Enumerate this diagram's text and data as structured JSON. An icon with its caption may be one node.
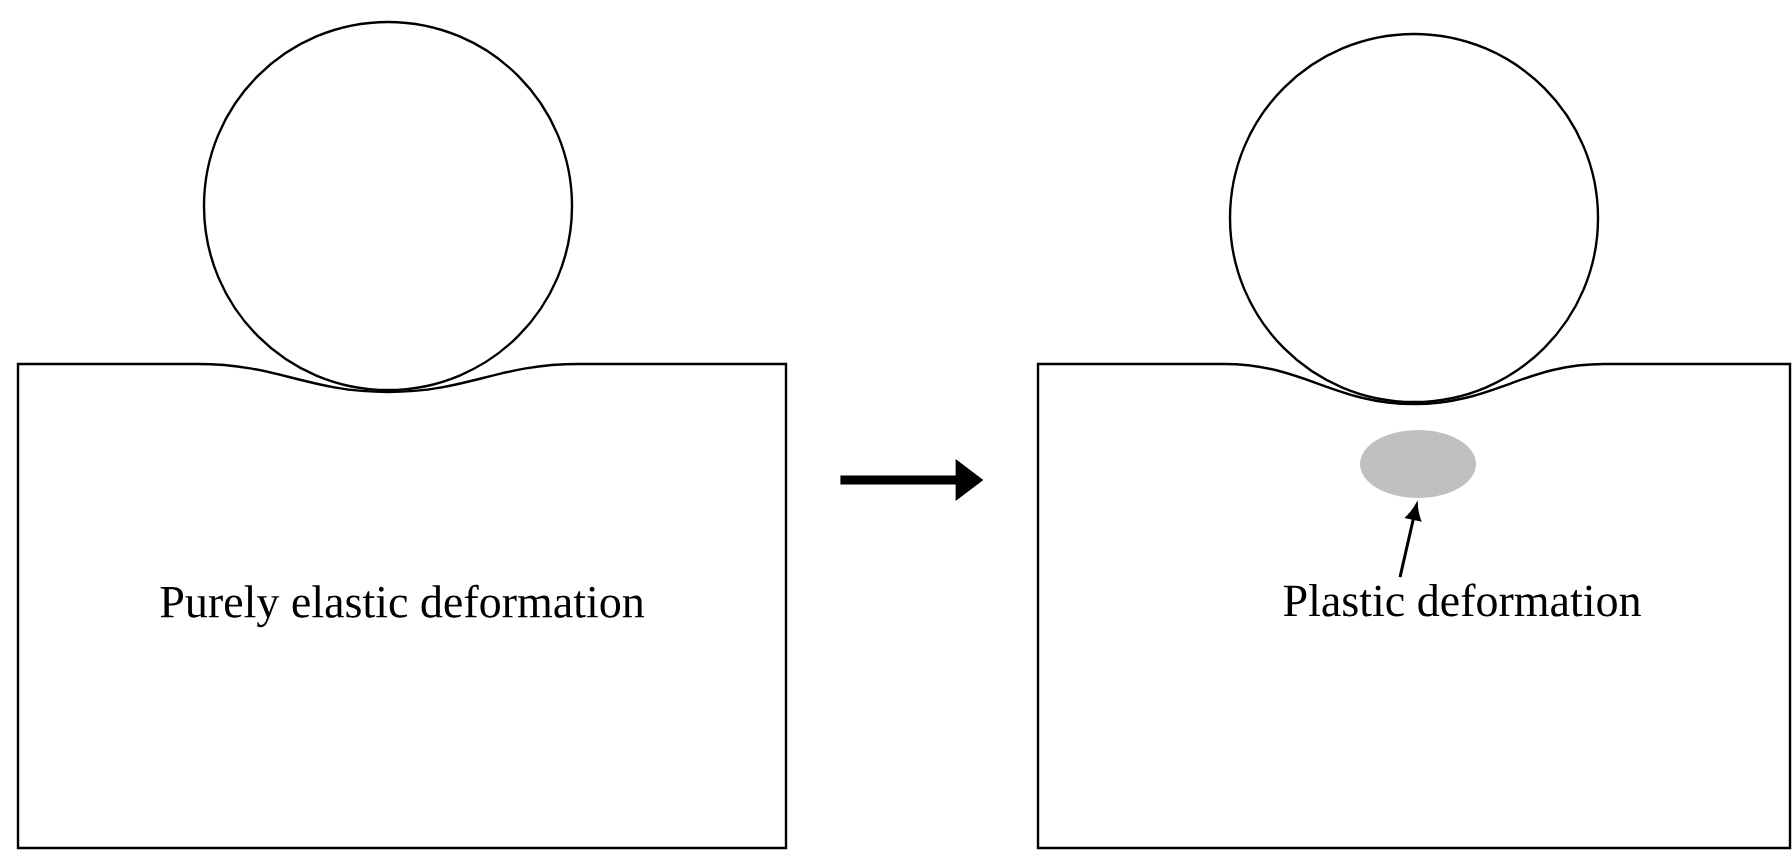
{
  "diagram": {
    "nodes": [
      {
        "text": [
          "Purely elastic deformation"
        ]
      },
      {
        "text": [],
        "shape": "circle"
      },
      {
        "text": [],
        "shape": "box"
      },
      {
        "text": [],
        "shape": "circle"
      },
      {
        "text": [],
        "shape": "ellipse",
        "in": 2
      },
      {
        "text": [
          "Plastic deformation"
        ],
        "in": 2
      }
    ],
    "edges": [
      {
        "from": 0,
        "to": 2,
        "arrow": "to",
        "style": "thick"
      },
      {
        "from": 5,
        "to": 4,
        "arrow": "to"
      }
    ]
  }
}
